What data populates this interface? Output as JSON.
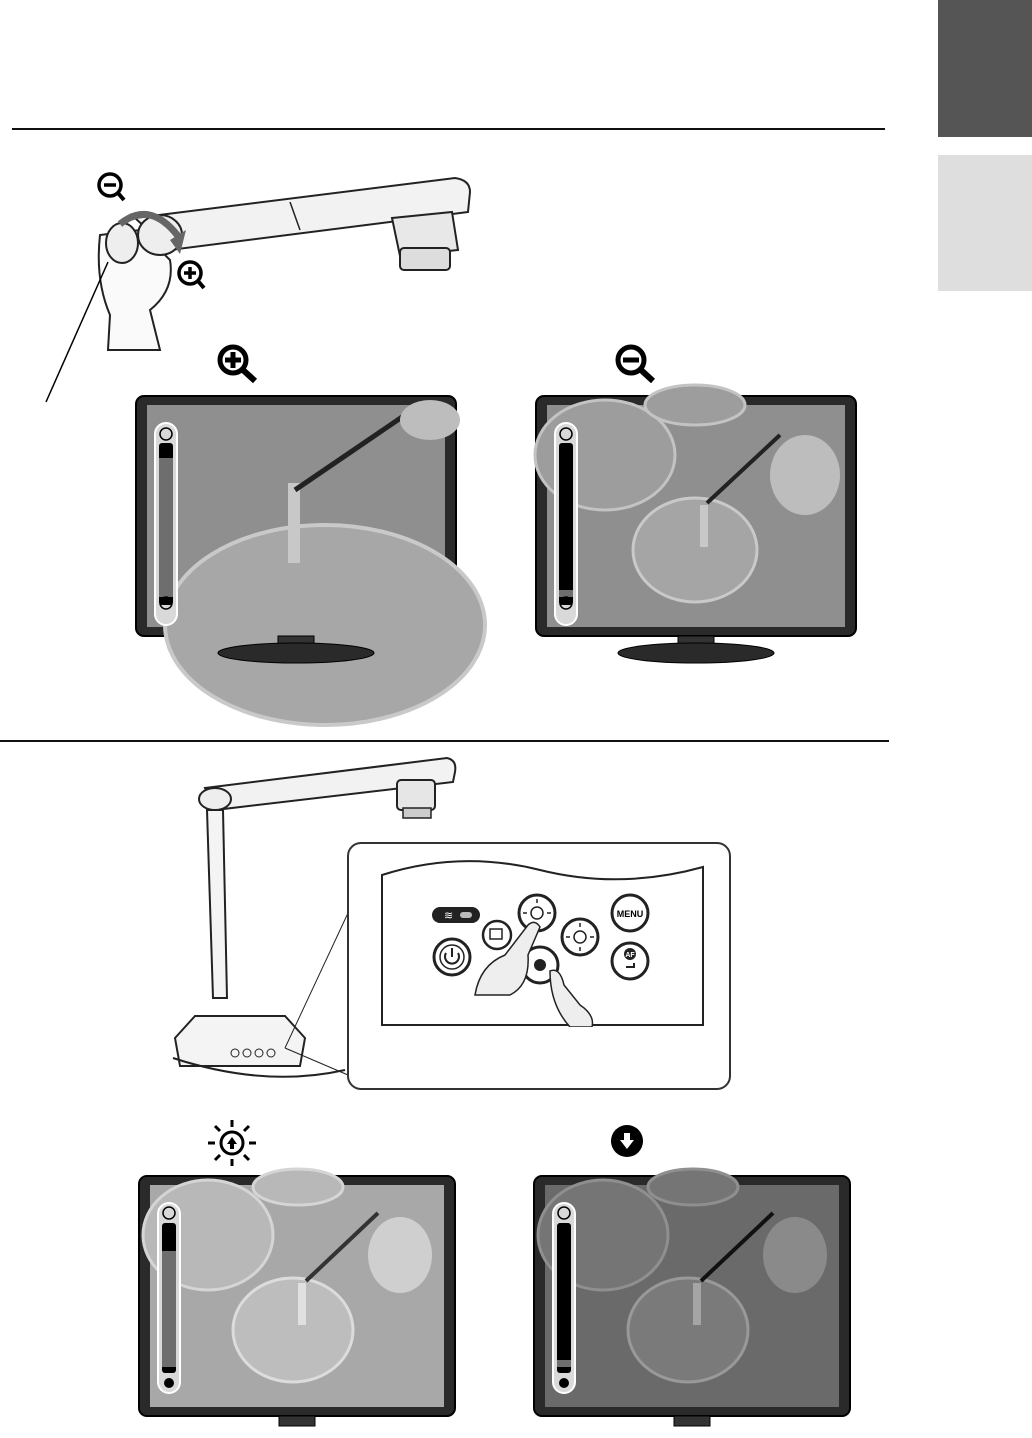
{
  "control_panel": {
    "menu_label": "MENU",
    "af_label": "AF"
  },
  "icons": {
    "zoom_in": "zoom-in-icon",
    "zoom_out": "zoom-out-icon",
    "brightness_up": "brightness-up-icon",
    "brightness_down": "brightness-down-icon",
    "power": "power-icon",
    "wifi": "wifi-icon",
    "lamp": "lamp-icon"
  },
  "indicators": {
    "zoom_in_level": 0.05,
    "zoom_out_level": 0.95,
    "brightness_up_level": 0.15,
    "brightness_down_level": 0.95
  },
  "colors": {
    "tab_dark": "#555555",
    "tab_light": "#dedede",
    "bar_fill": "#6e6e6e",
    "bar_track": "#000000"
  }
}
